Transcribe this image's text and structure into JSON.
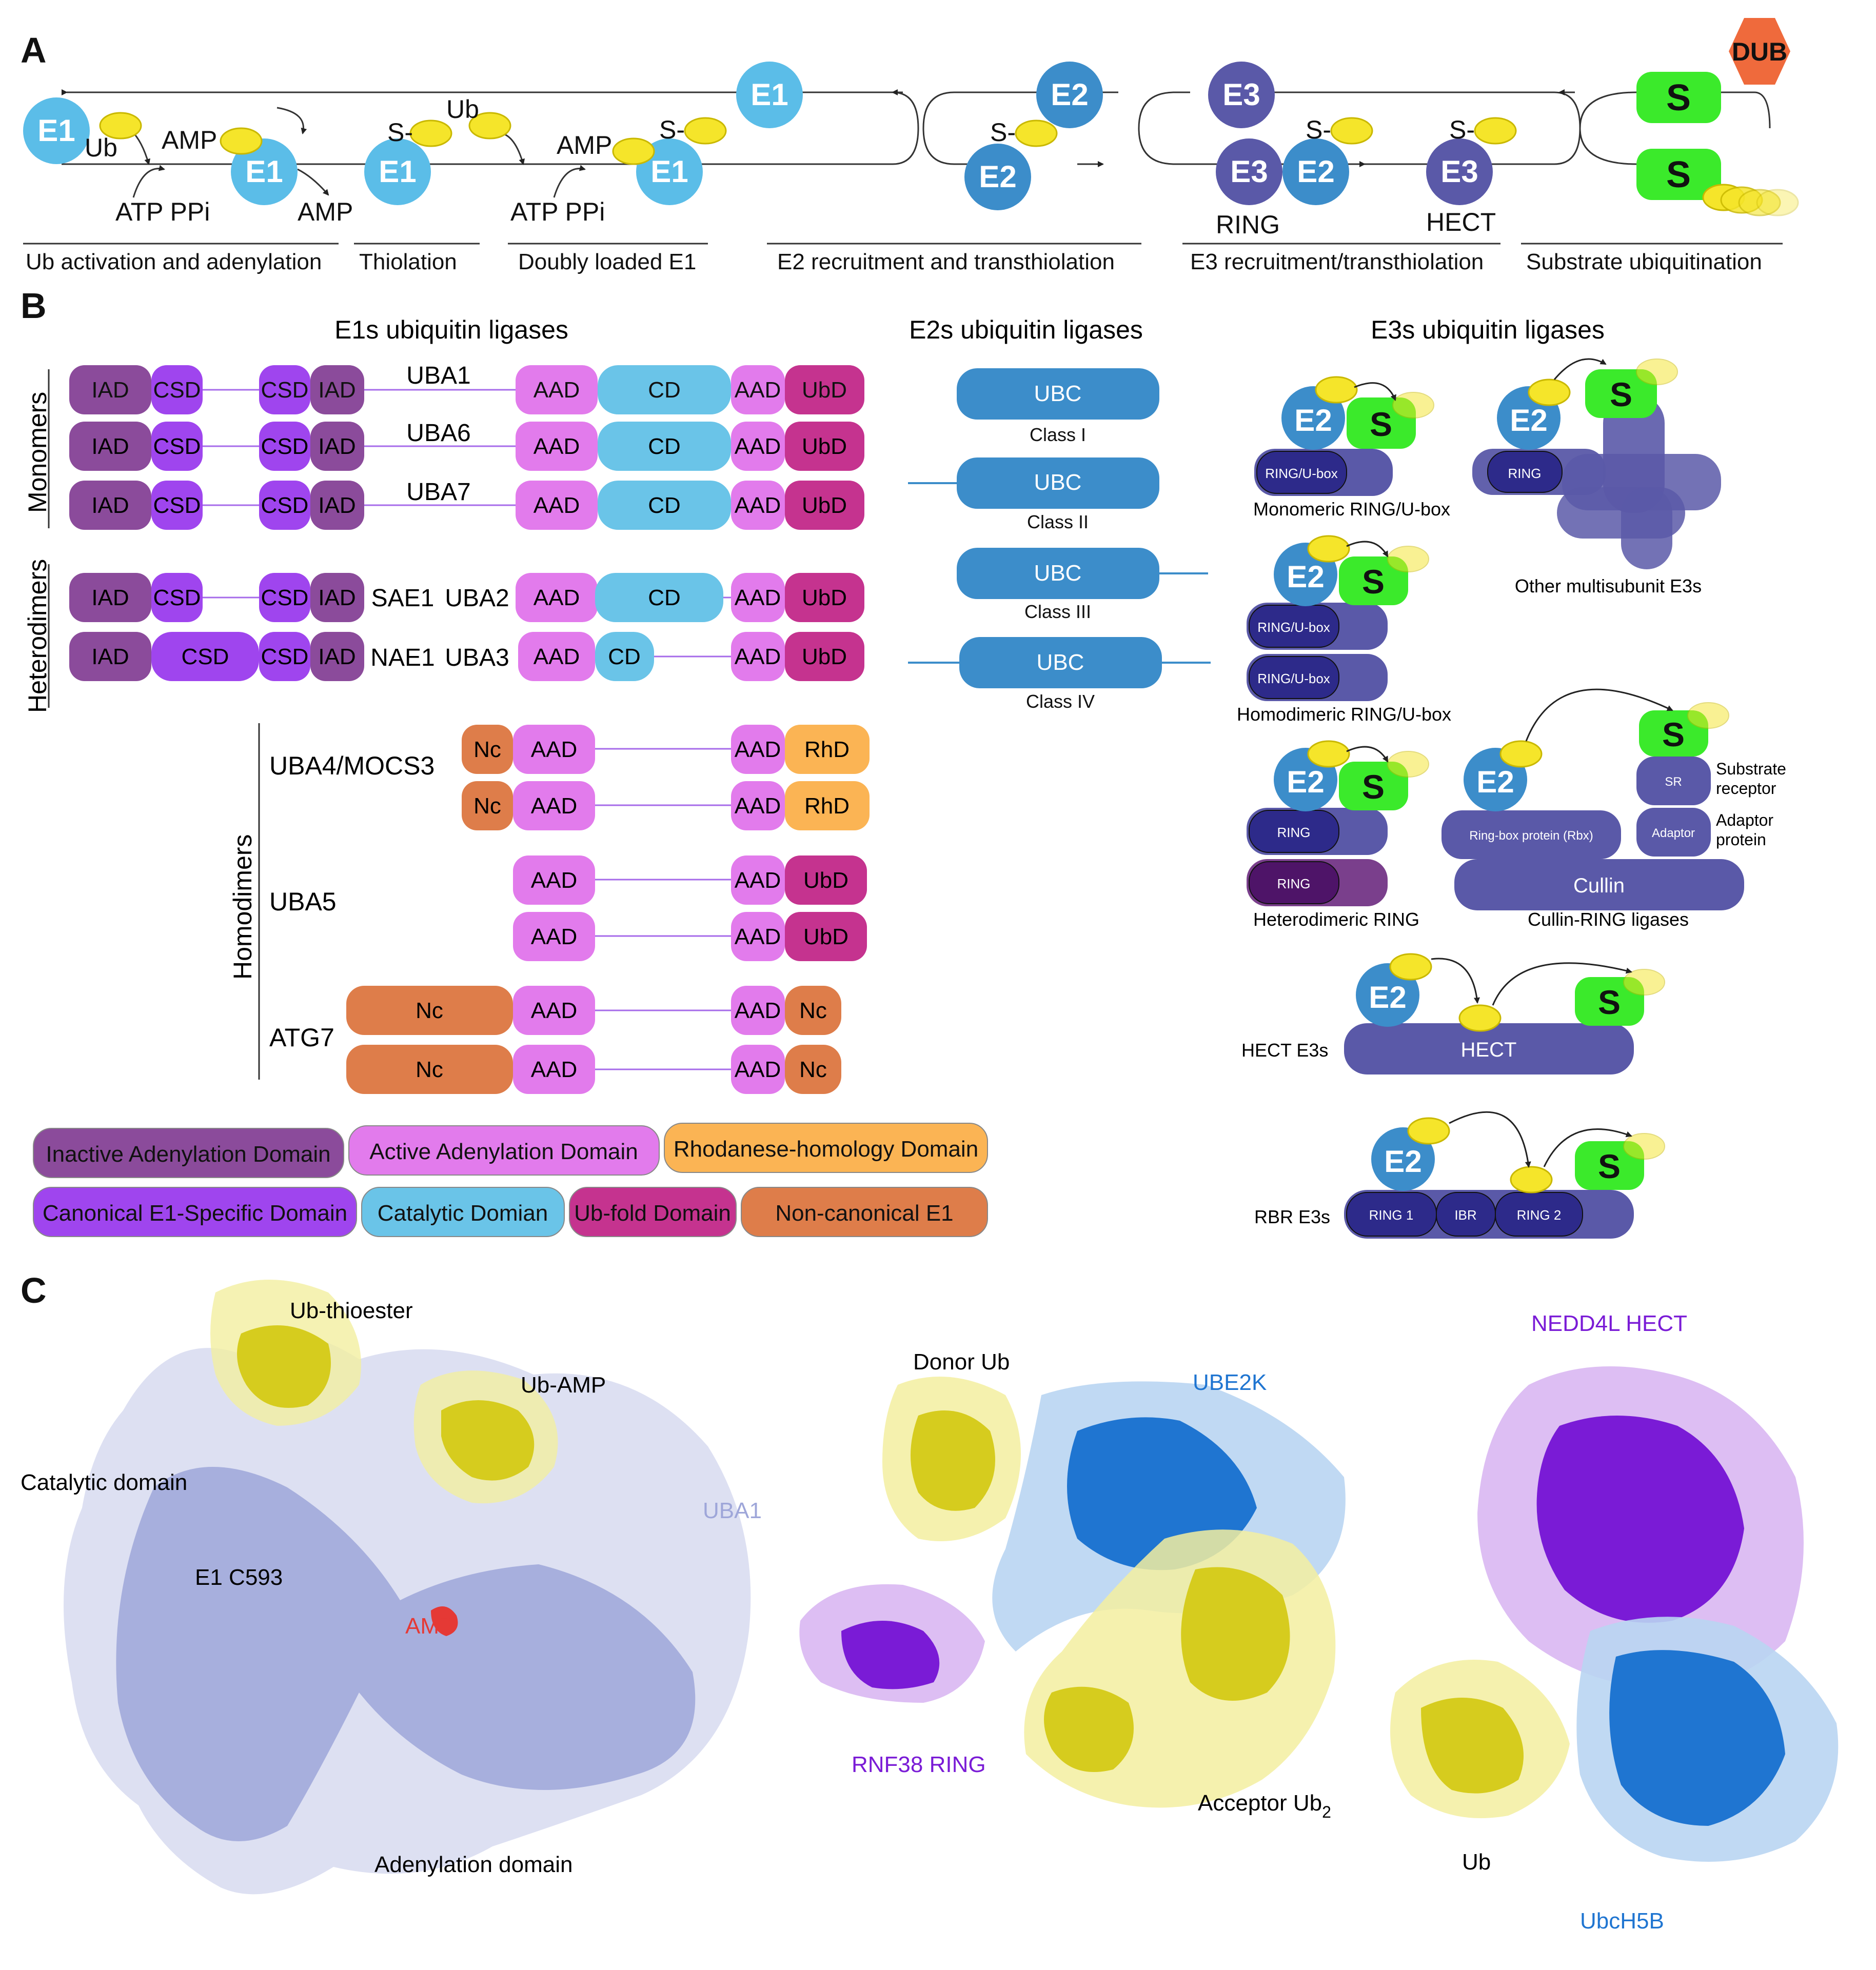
{
  "panel_labels": {
    "a": "A",
    "b": "B",
    "c": "C"
  },
  "colors": {
    "inactive_adenylation": "#8B4B9B",
    "active_adenylation": "#E27BEC",
    "canonical_e1": "#9F45EE",
    "catalytic": "#6AC4E8",
    "ub_fold": "#C5338F",
    "rhodanese": "#FBB454",
    "noncanonical": "#DE7D4A",
    "e1_node": "#5BBDE8",
    "e2_node": "#3C8DCA",
    "e3_node": "#5A59A8",
    "e3_dark": "#2D2A8A",
    "substrate": "#3BEA2B",
    "ub": "#F5E52A",
    "dub": "#EF6A3C",
    "linker": "#A66BEA",
    "uba1_protein": "#9EA6D9",
    "e2_protein": "#1F75D1",
    "e3_protein": "#7A1BD6"
  },
  "panel_a": {
    "e1": "E1",
    "e2": "E2",
    "e3": "E3",
    "s": "S",
    "dub": "DUB",
    "ub": "Ub",
    "amp": "AMP",
    "atp_ppi": "ATP PPi",
    "s_dash": "S-",
    "ring": "RING",
    "hect": "HECT",
    "stages": [
      "Ub activation and adenylation",
      "Thiolation",
      "Doubly loaded E1",
      "E2 recruitment and transthiolation",
      "E3 recruitment/transthiolation",
      "Substrate ubiquitination"
    ]
  },
  "panel_b": {
    "e1_title": "E1s ubiquitin ligases",
    "e2_title": "E2s ubiquitin ligases",
    "e3_title": "E3s ubiquitin ligases",
    "groups": {
      "monomers": "Monomers",
      "heterodimers": "Heterodimers",
      "homodimers": "Homodimers"
    },
    "domains": {
      "iad": "IAD",
      "csd": "CSD",
      "aad": "AAD",
      "cd": "CD",
      "ubd": "UbD",
      "nc": "Nc",
      "rhd": "RhD"
    },
    "e1_names": {
      "uba1": "UBA1",
      "uba6": "UBA6",
      "uba7": "UBA7",
      "sae1": "SAE1",
      "uba2": "UBA2",
      "nae1": "NAE1",
      "uba3": "UBA3",
      "uba4": "UBA4/MOCS3",
      "uba5": "UBA5",
      "atg7": "ATG7"
    },
    "legend": {
      "inactive": "Inactive Adenylation Domain",
      "active": "Active Adenylation Domain",
      "rhodanese": "Rhodanese-homology Domain",
      "canonical": "Canonical E1-Specific Domain",
      "catalytic": "Catalytic Domian",
      "ubfold": "Ub-fold Domain",
      "noncanonical": "Non-canonical E1"
    },
    "e2": {
      "ubc": "UBC",
      "classes": [
        "Class I",
        "Class II",
        "Class III",
        "Class IV"
      ]
    },
    "e3": {
      "e2": "E2",
      "s": "S",
      "ring_ubox": "RING/U-box",
      "ring": "RING",
      "monomeric": "Monomeric RING/U-box",
      "other": "Other multisubunit E3s",
      "homodimeric": "Homodimeric RING/U-box",
      "heterodimeric": "Heterodimeric RING",
      "sr": "SR",
      "substrate_receptor": "Substrate\nreceptor",
      "adaptor": "Adaptor",
      "adaptor_protein": "Adaptor\nprotein",
      "rbx": "Ring-box protein (Rbx)",
      "cullin": "Cullin",
      "cullin_ring": "Cullin-RING ligases",
      "hect": "HECT",
      "hect_e3s": "HECT E3s",
      "ring1": "RING 1",
      "ibr": "IBR",
      "ring2": "RING 2",
      "rbr_e3s": "RBR E3s"
    }
  },
  "panel_c": {
    "ub_thioester": "Ub-thioester",
    "ub_amp": "Ub-AMP",
    "catalytic_domain": "Catalytic domain",
    "e1_c593": "E1 C593",
    "uba1": "UBA1",
    "amp": "AMP",
    "adenylation_domain": "Adenylation domain",
    "donor_ub": "Donor Ub",
    "ube2k": "UBE2K",
    "rnf38": "RNF38 RING",
    "acceptor_ub": "Acceptor Ub",
    "acceptor_sub": "2",
    "nedd4l": "NEDD4L HECT",
    "ub": "Ub",
    "ubch5b": "UbcH5B"
  }
}
